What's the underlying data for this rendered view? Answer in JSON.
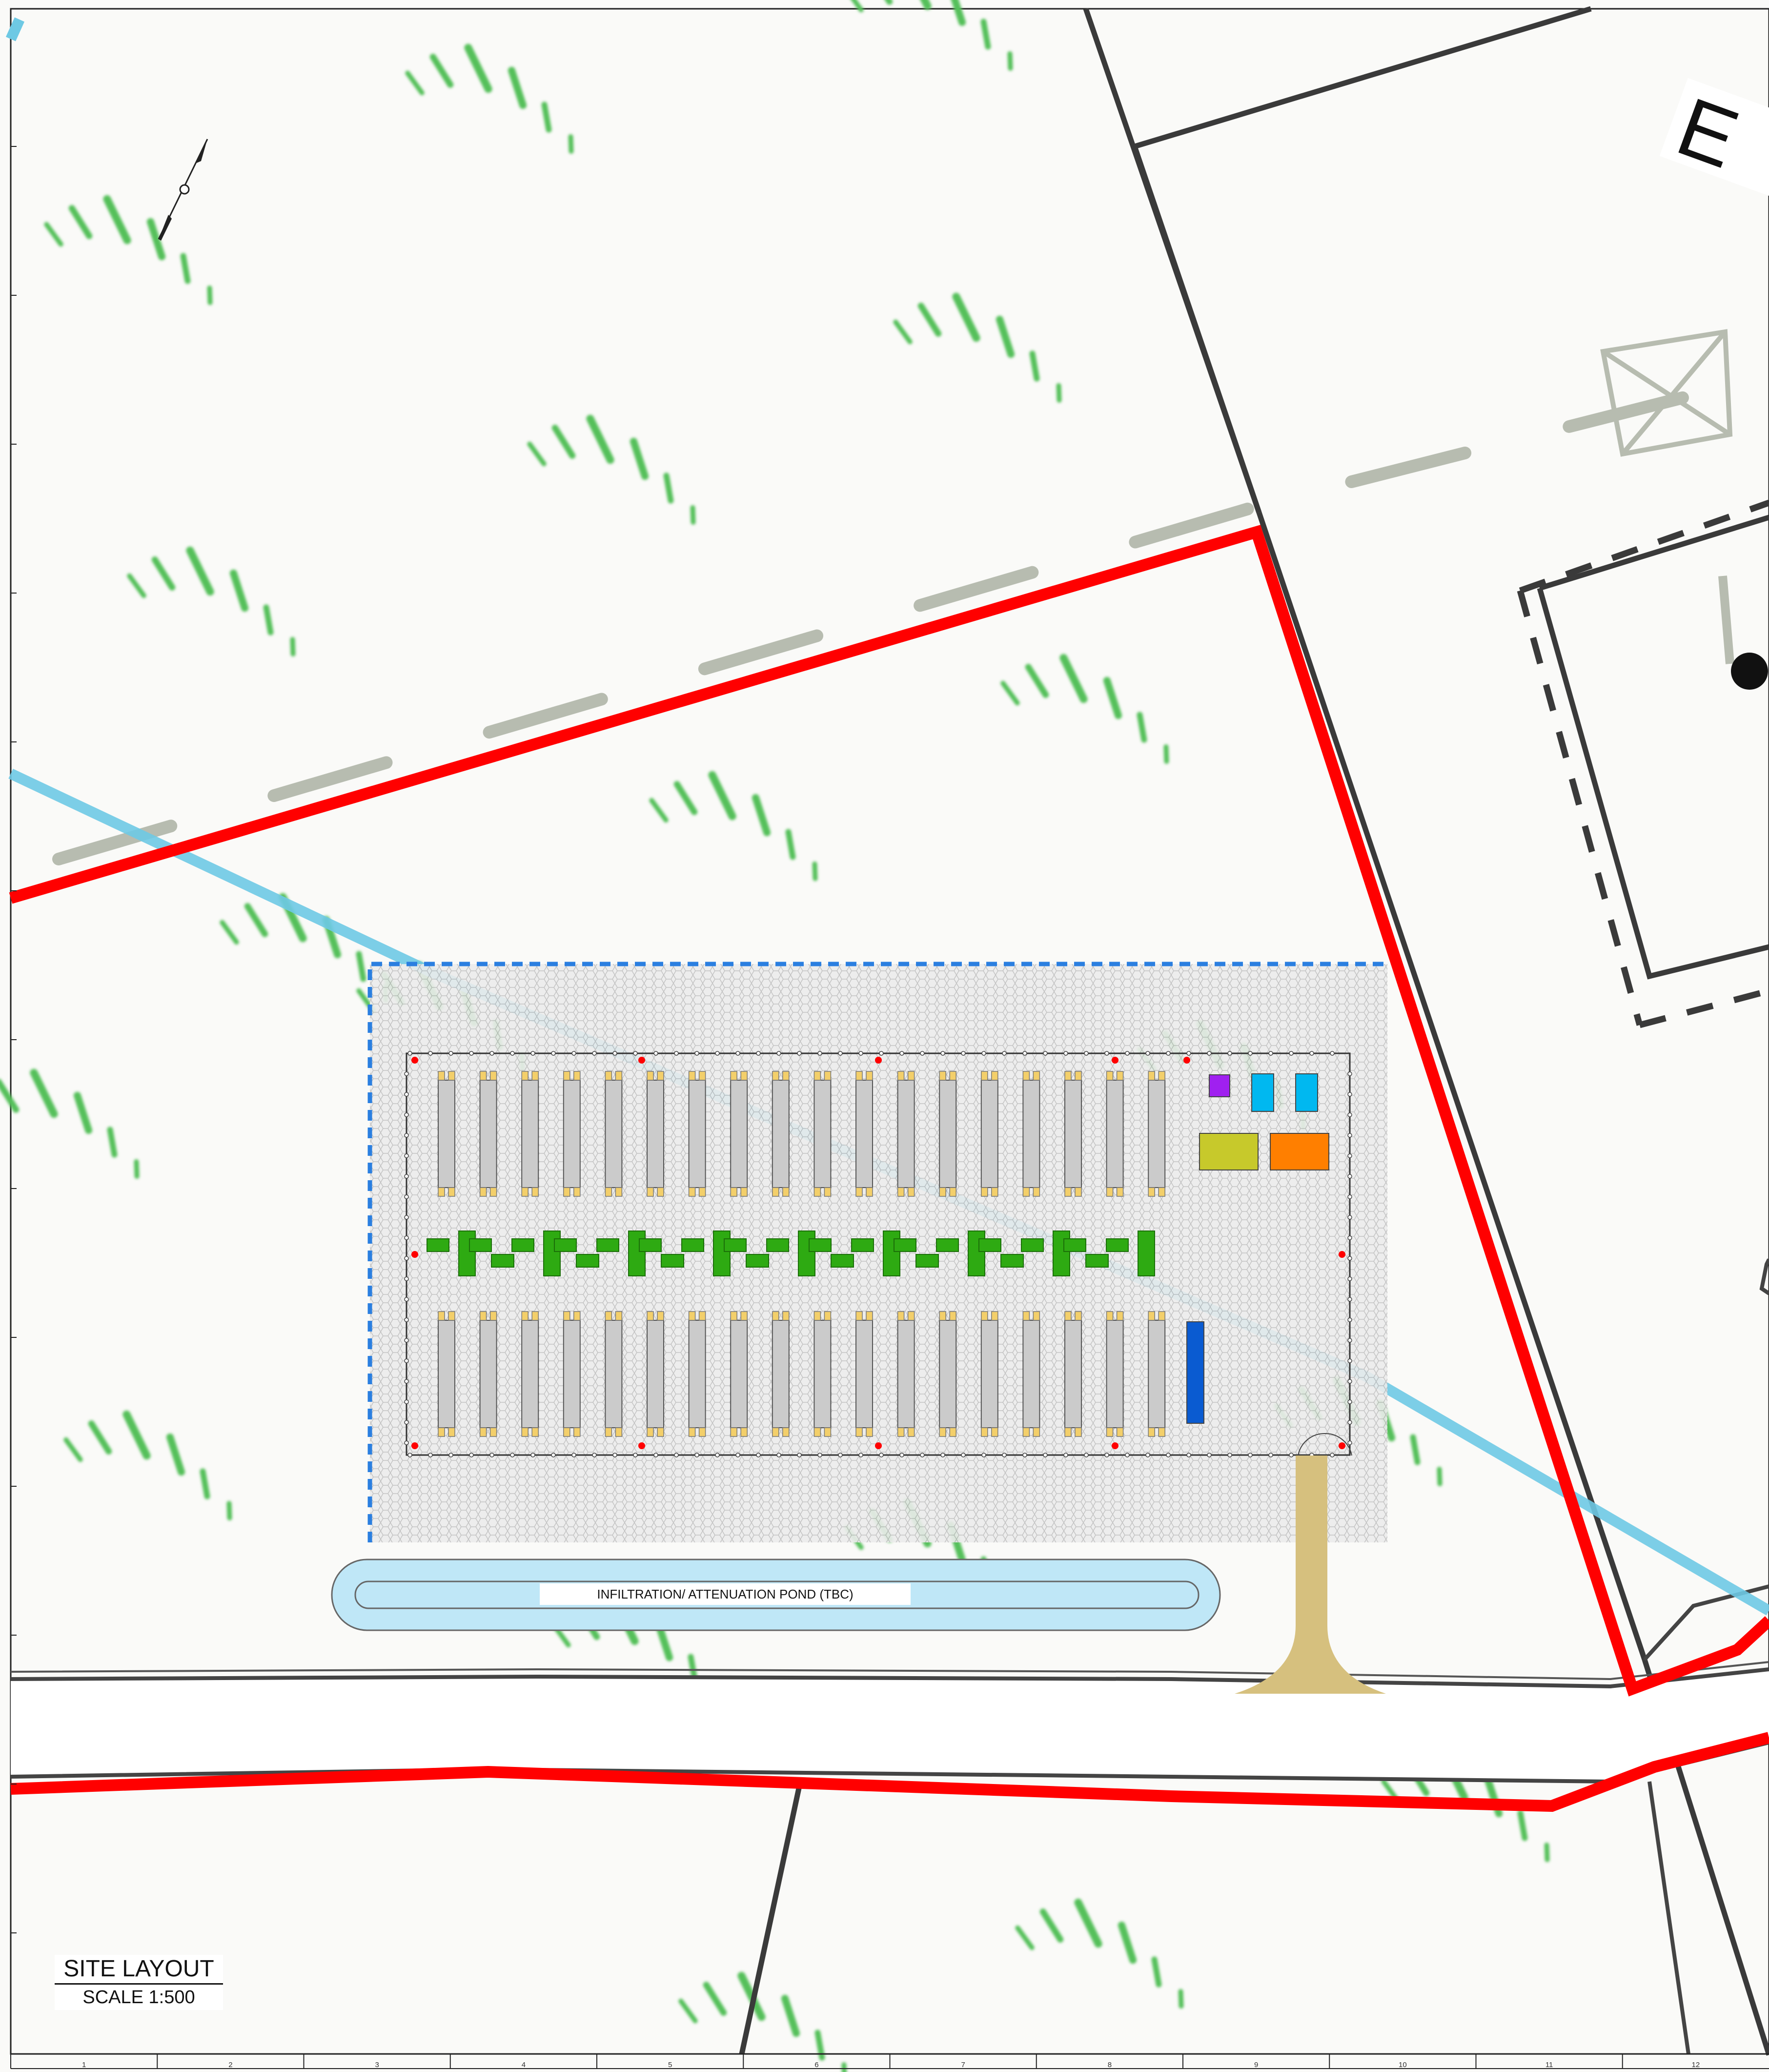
{
  "drawing": {
    "title": "SITE LAYOUT",
    "scale": "SCALE 1:500",
    "pond_label": "INFILTRATION/ ATTENUATION POND (TBC)",
    "corner_text": "E",
    "grid_refs": [
      "1",
      "2",
      "3",
      "4",
      "5",
      "6",
      "7",
      "8",
      "9",
      "10",
      "11",
      "12"
    ]
  },
  "colors": {
    "site_boundary": "#ff0000",
    "watercourse": "#6ec9e4",
    "compound_outline": "#2b7fe0",
    "gravel": "#e9e9e9",
    "battery": "#cbcbcb",
    "inverter": "#2eaa12",
    "pond": "#bfe7f7",
    "access_track": "#d6c07e",
    "grass": "#54c05a"
  },
  "legend_items": {
    "battery_units_top_row": 18,
    "battery_units_bottom_row": 18,
    "inverter_pairs": 17
  }
}
